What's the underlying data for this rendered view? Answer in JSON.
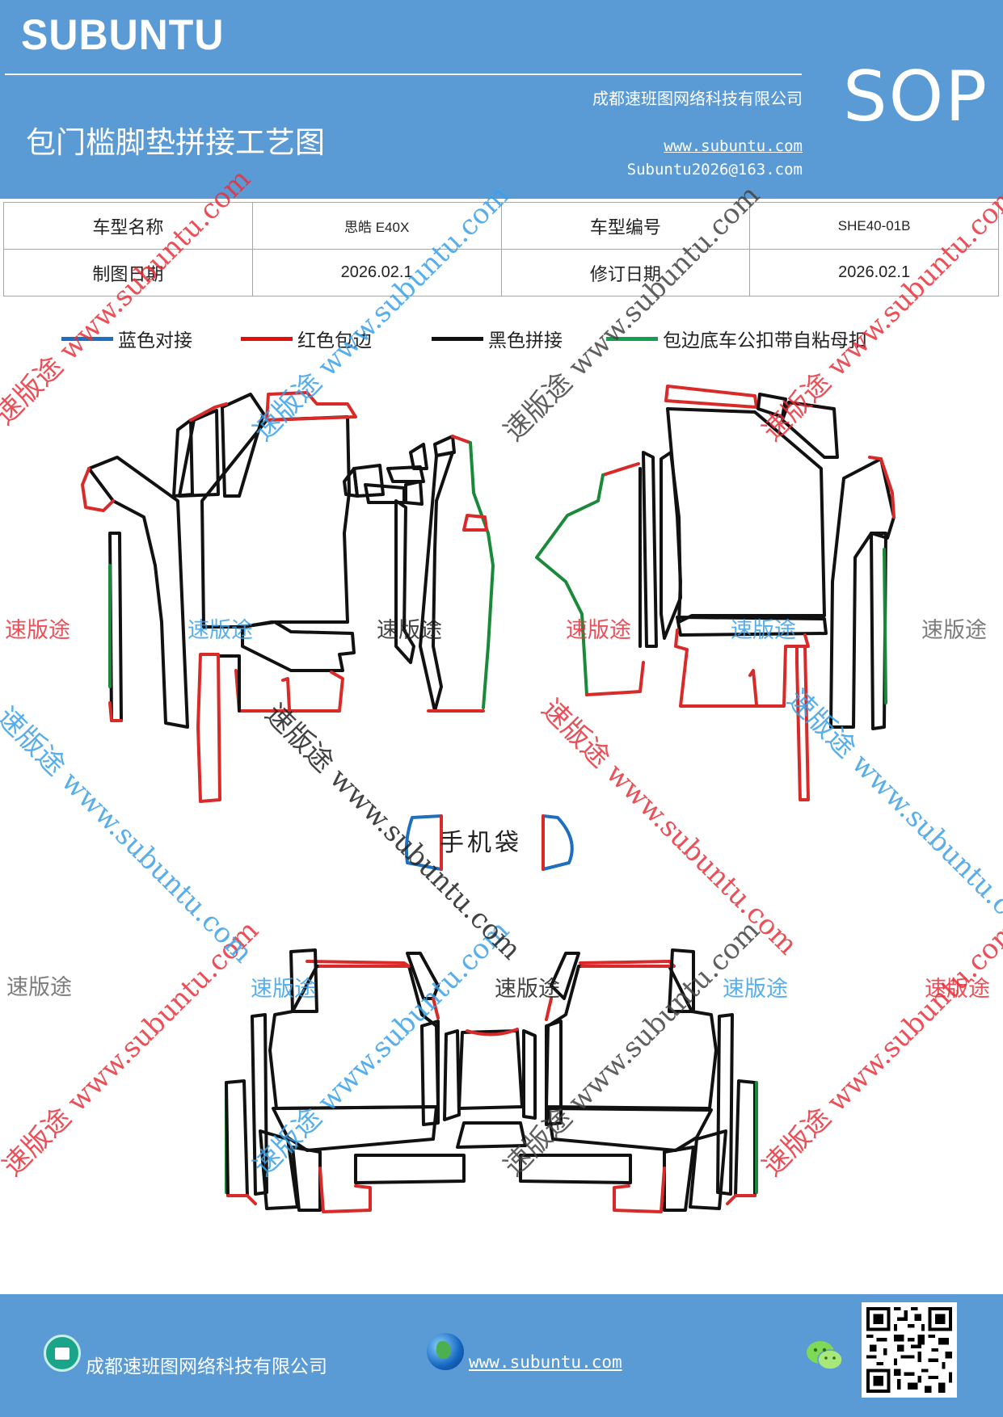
{
  "header": {
    "brand": "SUBUNTU",
    "company": "成都速班图网络科技有限公司",
    "title": "包门槛脚垫拼接工艺图",
    "website": "www.subuntu.com",
    "email": "Subuntu2026@163.com",
    "badge": "SOP"
  },
  "info_table": {
    "model_name_label": "车型名称",
    "model_name_value": "思皓 E40X",
    "model_code_label": "车型编号",
    "model_code_value": "SHE40-01B",
    "draw_date_label": "制图日期",
    "draw_date_value": "2026.02.1",
    "revise_date_label": "修订日期",
    "revise_date_value": "2026.02.1"
  },
  "legend": [
    {
      "label": "蓝色对接",
      "color": "#1f6fc0"
    },
    {
      "label": "红色包边",
      "color": "#e01010"
    },
    {
      "label": "黑色拼接",
      "color": "#111111"
    },
    {
      "label": "包边底车公扣带自粘母扣",
      "color": "#12a050"
    }
  ],
  "drawing": {
    "phone_pocket_label": "手机袋",
    "stroke_colors": {
      "blue": "#1f6fc0",
      "red": "#d92a2a",
      "black": "#111111",
      "green": "#1a8a3a"
    }
  },
  "watermarks": {
    "brand_cn": "速版途",
    "site": "www.subuntu.com",
    "colors": {
      "red": "#e8313a",
      "blue": "#3aa0e8",
      "gray": "#666666",
      "dark": "#222222"
    }
  },
  "footer": {
    "company": "成都速班图网络科技有限公司",
    "website": "www.subuntu.com",
    "icons": [
      "home-icon",
      "globe-icon",
      "wechat-icon",
      "qr-code"
    ]
  }
}
